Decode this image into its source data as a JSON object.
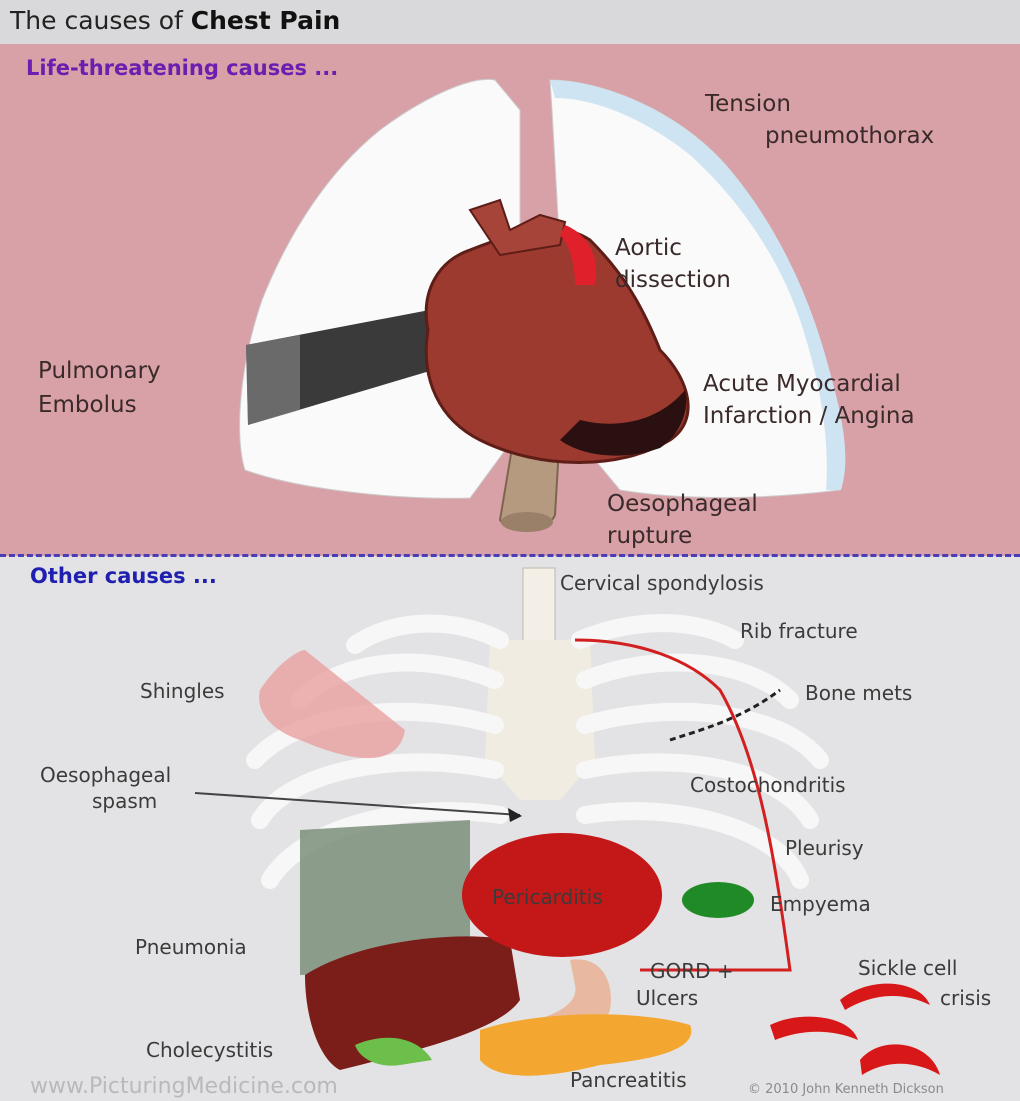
{
  "title": {
    "prefix": "The causes of",
    "bold": "Chest Pain"
  },
  "sections": {
    "life_threatening": "Life-threatening causes ...",
    "other": "Other causes ..."
  },
  "colors": {
    "life_header": "#6a1fb0",
    "other_header": "#2020b0",
    "top_bg": "#d8a0a7",
    "bottom_bg": "#e3e3e5"
  },
  "life_labels": {
    "tension_1": "Tension",
    "tension_2": "pneumothorax",
    "aortic_1": "Aortic",
    "aortic_2": "dissection",
    "pe_1": "Pulmonary",
    "pe_2": "Embolus",
    "ami_1": "Acute Myocardial",
    "ami_2": "Infarction / Angina",
    "oes_1": "Oesophageal",
    "oes_2": "rupture"
  },
  "other_labels": {
    "cervical": "Cervical spondylosis",
    "rib": "Rib fracture",
    "bone": "Bone mets",
    "shingles": "Shingles",
    "spasm_1": "Oesophageal",
    "spasm_2": "spasm",
    "costo": "Costochondritis",
    "pleurisy": "Pleurisy",
    "pericarditis": "Pericarditis",
    "empyema": "Empyema",
    "pneumonia": "Pneumonia",
    "gord_1": "GORD +",
    "gord_2": "Ulcers",
    "sickle_1": "Sickle cell",
    "sickle_2": "crisis",
    "cholecystitis": "Cholecystitis",
    "pancreatitis": "Pancreatitis"
  },
  "footer": {
    "website": "www.PicturingMedicine.com",
    "copyright": "© 2010 John Kenneth Dickson"
  }
}
